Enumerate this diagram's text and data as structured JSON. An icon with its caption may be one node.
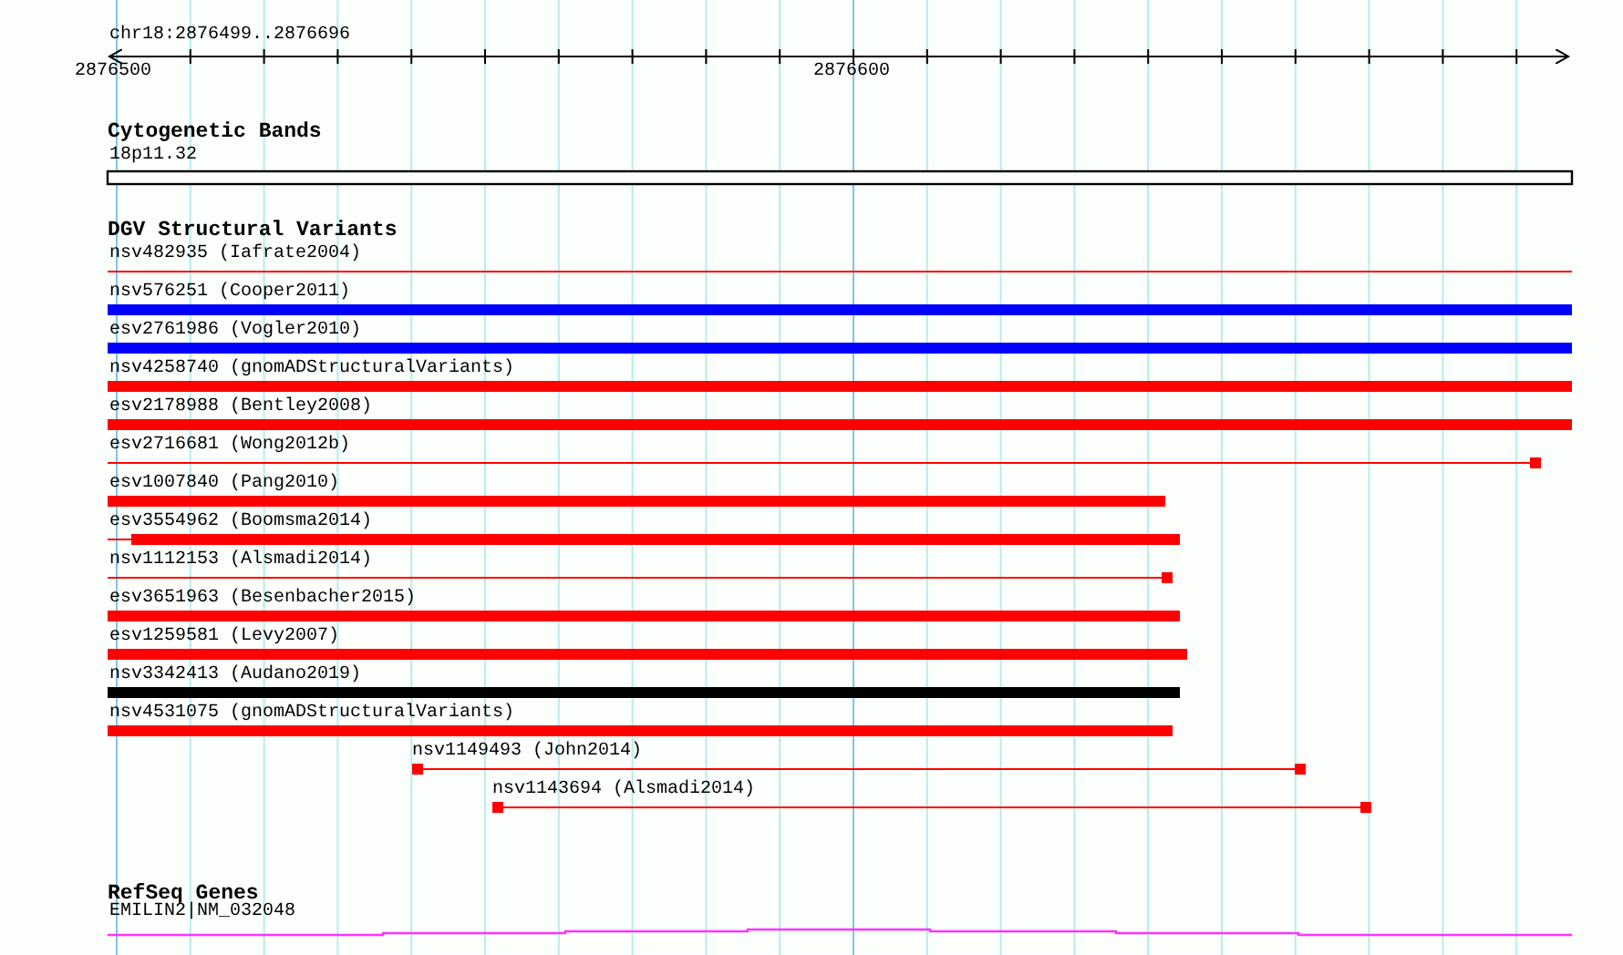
{
  "diagram": {
    "labels": [
      "chr18:2876499..2876696",
      "2876500",
      "2876600",
      "Cytogenetic Bands",
      "18p11.32",
      "DGV Structural Variants",
      "nsv482935 (Iafrate2004)",
      "nsv576251 (Cooper2011)",
      "esv2761986 (Vogler2010)",
      "nsv4258740 (gnomADStructuralVariants)",
      "esv2178988 (Bentley2008)",
      "esv2716681 (Wong2012b)",
      "esv1007840 (Pang2010)",
      "esv3554962 (Boomsma2014)",
      "nsv1112153 (Alsmadi2014)",
      "esv3651963 (Besenbacher2015)",
      "esv1259581 (Levy2007)",
      "nsv3342413 (Audano2019)",
      "nsv4531075 (gnomADStructuralVariants)",
      "nsv1149493 (John2014)",
      "nsv1143694 (Alsmadi2014)",
      "RefSeq Genes",
      "EMILIN2|NM_032048"
    ]
  }
}
